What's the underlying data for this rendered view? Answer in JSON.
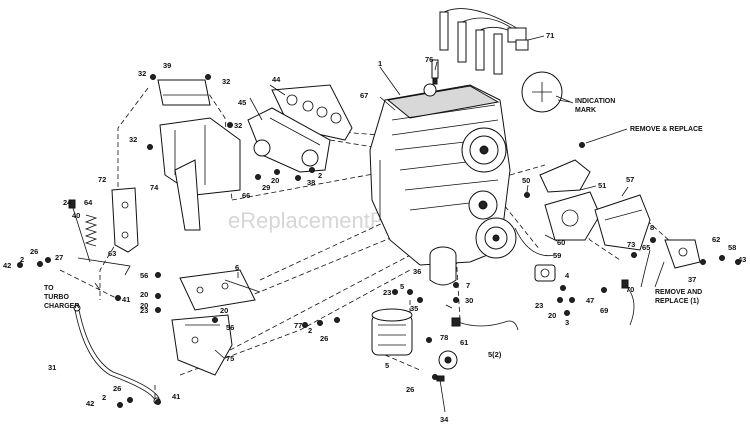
{
  "watermark": "eReplacementParts.com",
  "notes": {
    "indication_mark_1": "INDICATION",
    "indication_mark_2": "MARK",
    "remove_replace": "REMOVE & REPLACE",
    "remove_replace1_1": "REMOVE AND",
    "remove_replace1_2": "REPLACE (1)",
    "turbo_1": "TO",
    "turbo_2": "TURBO",
    "turbo_3": "CHARGER"
  },
  "callouts": {
    "c71": "71",
    "c76": "76",
    "c1": "1",
    "c67": "67",
    "c39": "39",
    "c32a": "32",
    "c32b": "32",
    "c44": "44",
    "c45": "45",
    "c32c": "32",
    "c32d": "32",
    "c74": "74",
    "c66": "66",
    "c29": "29",
    "c20a": "20",
    "c38": "38",
    "c2a": "2",
    "c72": "72",
    "c24": "24",
    "c64": "64",
    "c40": "40",
    "c63": "63",
    "c26a": "26",
    "c2b": "2",
    "c42a": "42",
    "c27": "27",
    "c6": "6",
    "c56a": "56",
    "c20b": "20",
    "c41a": "41",
    "c20c": "20",
    "c23a": "23",
    "c20d": "20",
    "c56b": "56",
    "c75": "75",
    "c77": "77",
    "c2c": "2",
    "c26b": "26",
    "c36": "36",
    "c23b": "23",
    "c5a": "5",
    "c35": "35",
    "c7": "7",
    "c30": "30",
    "c78": "78",
    "c61": "61",
    "c5b": "5",
    "c52": "5(2)",
    "c26c": "26",
    "c34": "34",
    "c31": "31",
    "c26d": "26",
    "c2d": "2",
    "c42b": "42",
    "c41b": "41",
    "c50": "50",
    "c51": "51",
    "c57": "57",
    "c60": "60",
    "c59": "59",
    "c4": "4",
    "c23c": "23",
    "c20e": "20",
    "c3": "3",
    "c73": "73",
    "c65": "65",
    "c8": "8",
    "c47": "47",
    "c69": "69",
    "c70": "70",
    "c62": "62",
    "c58": "58",
    "c43": "43",
    "c37": "37"
  }
}
